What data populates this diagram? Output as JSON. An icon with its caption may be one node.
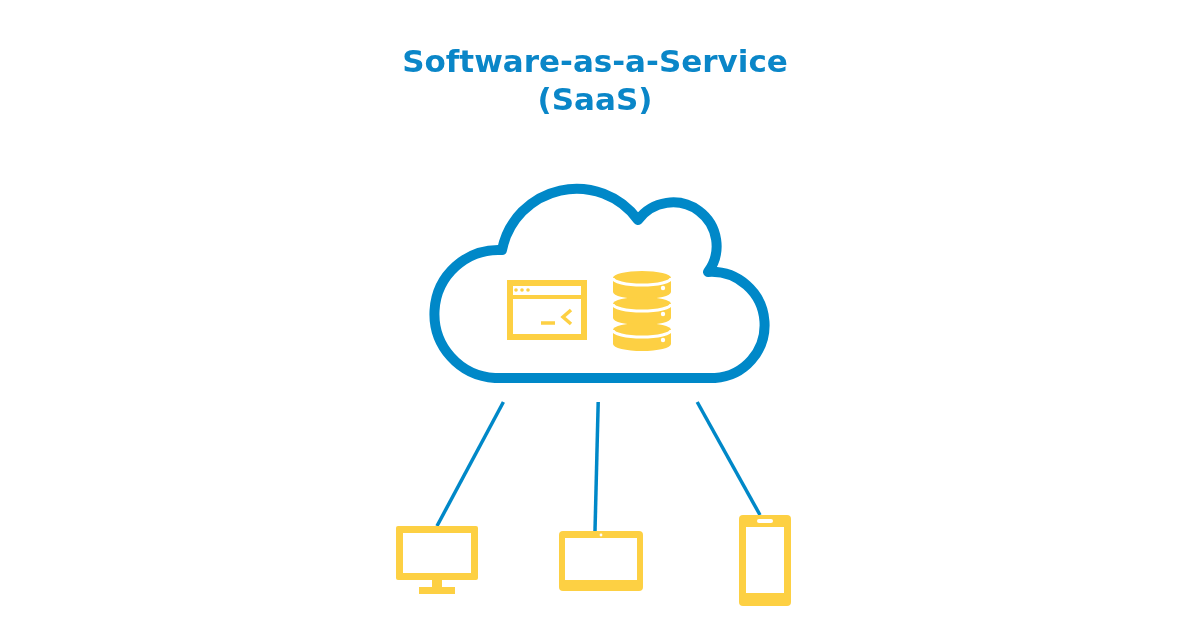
{
  "diagram": {
    "title": "Software-as-a-Service (SaaS)",
    "nodes": [
      {
        "text": [],
        "shape": "cloud"
      },
      {
        "text": [],
        "shape": "picture",
        "in": 0
      },
      {
        "text": [],
        "shape": "cylinder",
        "in": 0
      },
      {
        "text": [],
        "shape": "picture"
      },
      {
        "text": [],
        "shape": "picture"
      },
      {
        "text": [],
        "shape": "picture"
      }
    ],
    "edges": [
      {
        "from": 0,
        "to": 3,
        "arrow": "none"
      },
      {
        "from": 0,
        "to": 4,
        "arrow": "none"
      },
      {
        "from": 0,
        "to": 5,
        "arrow": "none"
      }
    ]
  }
}
